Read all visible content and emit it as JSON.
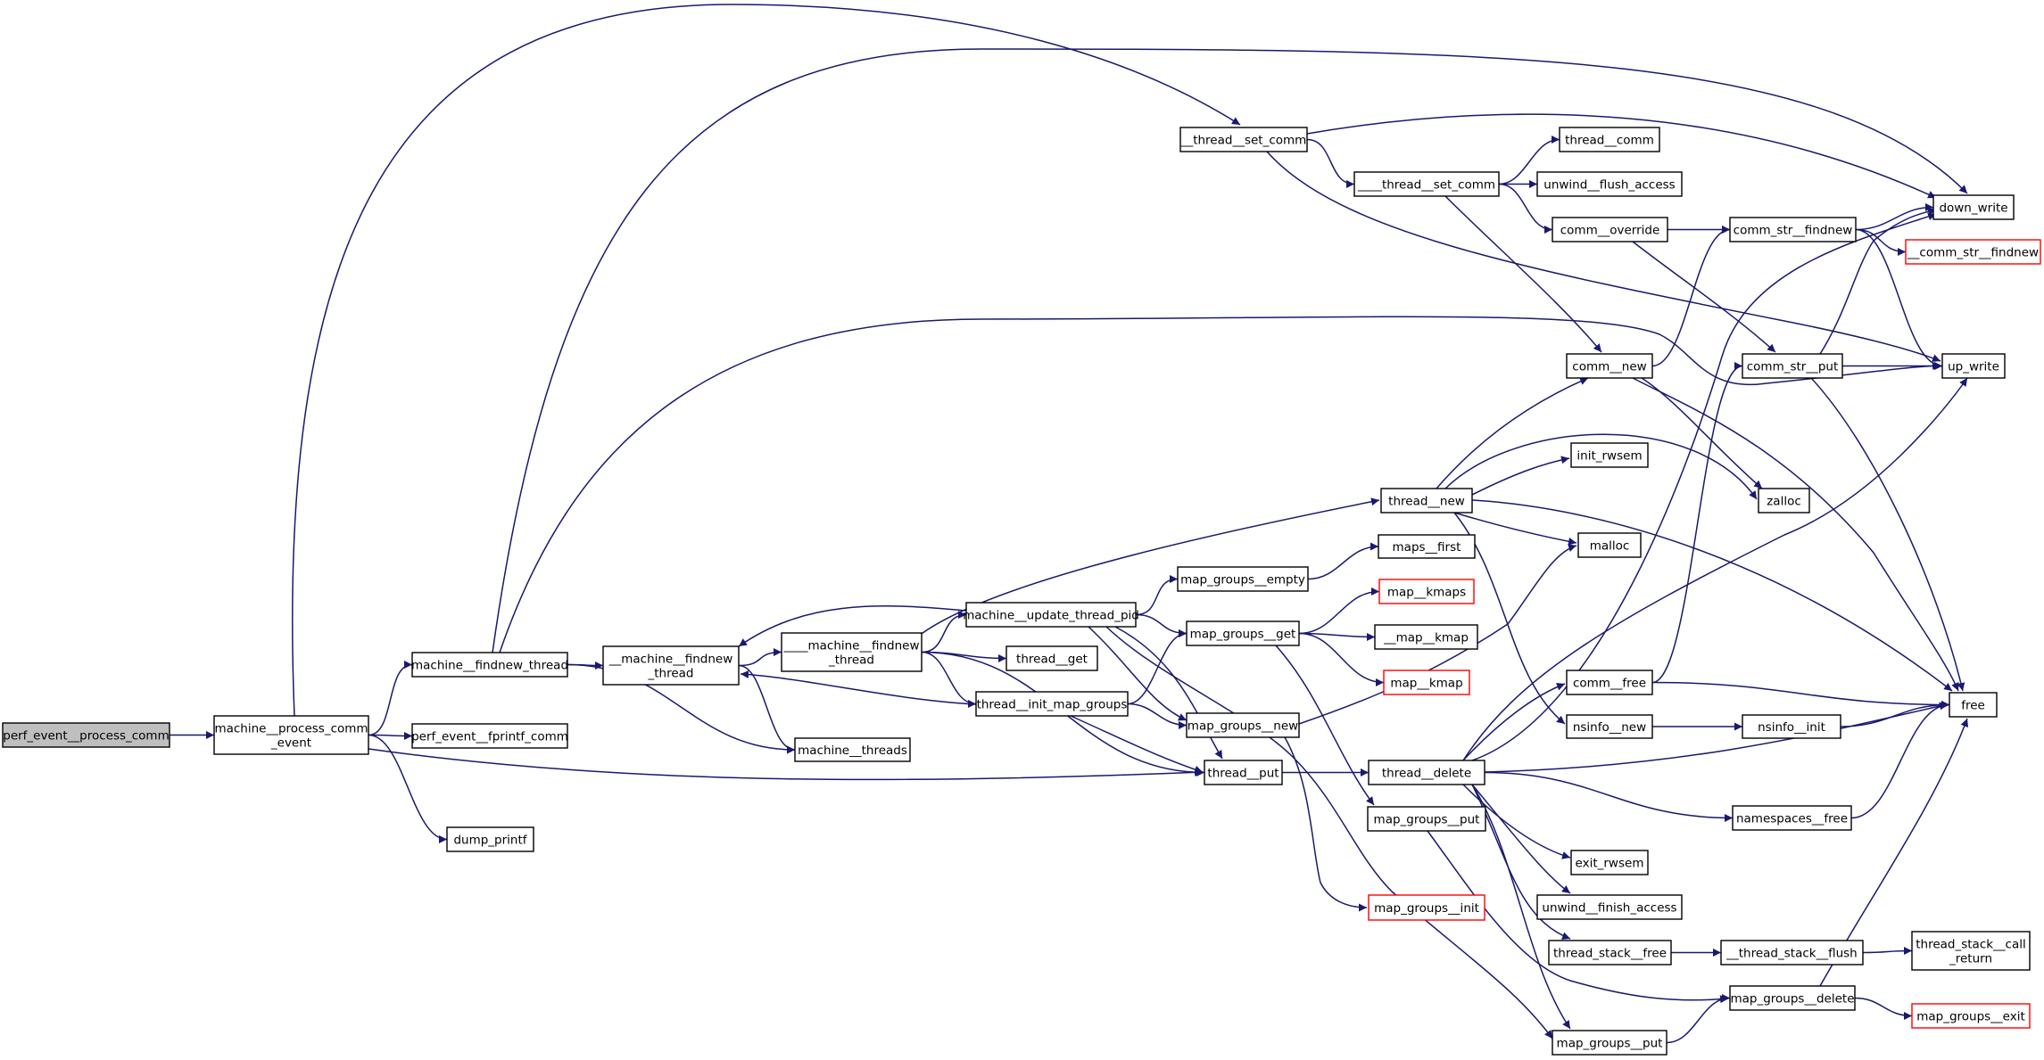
{
  "colors": {
    "edge": "#191970",
    "node_border": "#000000",
    "node_border_truncated": "#ff0000",
    "root_fill": "#bfbfbf",
    "node_fill": "#ffffff",
    "background": "#ffffff"
  },
  "nodes": {
    "perf_event__process_comm": {
      "label": "perf_event__process_comm",
      "root": true
    },
    "machine__process_comm_event": {
      "label": "machine__process_comm\n_event"
    },
    "machine__findnew_thread": {
      "label": "machine__findnew_thread"
    },
    "perf_event__fprintf_comm": {
      "label": "perf_event__fprintf_comm"
    },
    "dump_printf": {
      "label": "dump_printf"
    },
    "__machine__findnew_thread": {
      "label": "__machine__findnew\n_thread"
    },
    "machine__threads": {
      "label": "machine__threads"
    },
    "____machine__findnew_thread": {
      "label": "____machine__findnew\n_thread"
    },
    "__thread__set_comm": {
      "label": "__thread__set_comm"
    },
    "machine__update_thread_pid": {
      "label": "machine__update_thread_pid"
    },
    "thread__get": {
      "label": "thread__get"
    },
    "thread__init_map_groups": {
      "label": "thread__init_map_groups"
    },
    "thread__put": {
      "label": "thread__put"
    },
    "map_groups__empty": {
      "label": "map_groups__empty"
    },
    "map_groups__get": {
      "label": "map_groups__get"
    },
    "map_groups__new": {
      "label": "map_groups__new"
    },
    "____thread__set_comm": {
      "label": "____thread__set_comm"
    },
    "thread__new": {
      "label": "thread__new"
    },
    "maps__first": {
      "label": "maps__first"
    },
    "map__kmaps": {
      "label": "map__kmaps",
      "truncated": true
    },
    "__map__kmap": {
      "label": "__map__kmap"
    },
    "map__kmap": {
      "label": "map__kmap",
      "truncated": true
    },
    "thread__delete": {
      "label": "thread__delete"
    },
    "map_groups__put_a": {
      "label": "map_groups__put"
    },
    "map_groups__init": {
      "label": "map_groups__init",
      "truncated": true
    },
    "thread__comm": {
      "label": "thread__comm"
    },
    "unwind__flush_access": {
      "label": "unwind__flush_access"
    },
    "comm__override": {
      "label": "comm__override"
    },
    "comm__new": {
      "label": "comm__new"
    },
    "init_rwsem": {
      "label": "init_rwsem"
    },
    "malloc": {
      "label": "malloc"
    },
    "comm__free": {
      "label": "comm__free"
    },
    "nsinfo__new": {
      "label": "nsinfo__new"
    },
    "exit_rwsem": {
      "label": "exit_rwsem"
    },
    "unwind__finish_access": {
      "label": "unwind__finish_access"
    },
    "thread_stack__free": {
      "label": "thread_stack__free"
    },
    "map_groups__put_b": {
      "label": "map_groups__put"
    },
    "comm_str__findnew": {
      "label": "comm_str__findnew"
    },
    "comm_str__put": {
      "label": "comm_str__put"
    },
    "nsinfo__init": {
      "label": "nsinfo__init"
    },
    "namespaces__free": {
      "label": "namespaces__free"
    },
    "__thread_stack__flush": {
      "label": "__thread_stack__flush"
    },
    "map_groups__delete": {
      "label": "map_groups__delete"
    },
    "down_write": {
      "label": "down_write"
    },
    "__comm_str__findnew": {
      "label": "__comm_str__findnew",
      "truncated": true
    },
    "up_write": {
      "label": "up_write"
    },
    "zalloc": {
      "label": "zalloc"
    },
    "free": {
      "label": "free"
    },
    "thread_stack__call_return": {
      "label": "thread_stack__call\n_return"
    },
    "map_groups__exit": {
      "label": "map_groups__exit",
      "truncated": true
    }
  },
  "edges": [
    [
      "perf_event__process_comm",
      "machine__process_comm_event"
    ],
    [
      "machine__process_comm_event",
      "machine__findnew_thread"
    ],
    [
      "machine__process_comm_event",
      "perf_event__fprintf_comm"
    ],
    [
      "machine__process_comm_event",
      "dump_printf"
    ],
    [
      "machine__process_comm_event",
      "__thread__set_comm"
    ],
    [
      "machine__process_comm_event",
      "thread__put"
    ],
    [
      "machine__findnew_thread",
      "__machine__findnew_thread"
    ],
    [
      "machine__findnew_thread",
      "machine__threads"
    ],
    [
      "machine__findnew_thread",
      "down_write"
    ],
    [
      "machine__findnew_thread",
      "up_write"
    ],
    [
      "__machine__findnew_thread",
      "____machine__findnew_thread"
    ],
    [
      "__machine__findnew_thread",
      "machine__threads"
    ],
    [
      "____machine__findnew_thread",
      "machine__update_thread_pid"
    ],
    [
      "____machine__findnew_thread",
      "thread__get"
    ],
    [
      "____machine__findnew_thread",
      "thread__init_map_groups"
    ],
    [
      "____machine__findnew_thread",
      "thread__put"
    ],
    [
      "____machine__findnew_thread",
      "thread__new"
    ],
    [
      "machine__update_thread_pid",
      "__machine__findnew_thread"
    ],
    [
      "machine__update_thread_pid",
      "map_groups__empty"
    ],
    [
      "machine__update_thread_pid",
      "map_groups__get"
    ],
    [
      "machine__update_thread_pid",
      "map_groups__new"
    ],
    [
      "machine__update_thread_pid",
      "thread__put"
    ],
    [
      "machine__update_thread_pid",
      "map_groups__put_b"
    ],
    [
      "thread__init_map_groups",
      "__machine__findnew_thread"
    ],
    [
      "thread__init_map_groups",
      "map_groups__get"
    ],
    [
      "thread__init_map_groups",
      "map_groups__new"
    ],
    [
      "thread__init_map_groups",
      "thread__put"
    ],
    [
      "thread__put",
      "thread__delete"
    ],
    [
      "map_groups__empty",
      "maps__first"
    ],
    [
      "map_groups__get",
      "map__kmaps"
    ],
    [
      "map_groups__get",
      "__map__kmap"
    ],
    [
      "map_groups__get",
      "map__kmap"
    ],
    [
      "map_groups__get",
      "map_groups__put_a"
    ],
    [
      "map_groups__new",
      "malloc"
    ],
    [
      "map_groups__new",
      "map_groups__init"
    ],
    [
      "__thread__set_comm",
      "____thread__set_comm"
    ],
    [
      "__thread__set_comm",
      "down_write"
    ],
    [
      "__thread__set_comm",
      "up_write"
    ],
    [
      "____thread__set_comm",
      "thread__comm"
    ],
    [
      "____thread__set_comm",
      "unwind__flush_access"
    ],
    [
      "____thread__set_comm",
      "comm__override"
    ],
    [
      "____thread__set_comm",
      "comm__new"
    ],
    [
      "comm__override",
      "comm_str__findnew"
    ],
    [
      "comm__override",
      "comm_str__put"
    ],
    [
      "comm__new",
      "comm_str__findnew"
    ],
    [
      "comm__new",
      "zalloc"
    ],
    [
      "comm__new",
      "free"
    ],
    [
      "thread__new",
      "comm__new"
    ],
    [
      "thread__new",
      "init_rwsem"
    ],
    [
      "thread__new",
      "malloc"
    ],
    [
      "thread__new",
      "nsinfo__new"
    ],
    [
      "thread__new",
      "zalloc"
    ],
    [
      "thread__new",
      "free"
    ],
    [
      "thread__delete",
      "comm__free"
    ],
    [
      "thread__delete",
      "down_write"
    ],
    [
      "thread__delete",
      "up_write"
    ],
    [
      "thread__delete",
      "exit_rwsem"
    ],
    [
      "thread__delete",
      "unwind__finish_access"
    ],
    [
      "thread__delete",
      "thread_stack__free"
    ],
    [
      "thread__delete",
      "map_groups__put_b"
    ],
    [
      "thread__delete",
      "namespaces__free"
    ],
    [
      "thread__delete",
      "free"
    ],
    [
      "comm__free",
      "comm_str__put"
    ],
    [
      "comm__free",
      "free"
    ],
    [
      "nsinfo__new",
      "nsinfo__init"
    ],
    [
      "nsinfo__init",
      "free"
    ],
    [
      "namespaces__free",
      "free"
    ],
    [
      "thread_stack__free",
      "__thread_stack__flush"
    ],
    [
      "__thread_stack__flush",
      "thread_stack__call_return"
    ],
    [
      "map_groups__put_a",
      "map_groups__delete"
    ],
    [
      "map_groups__put_b",
      "map_groups__delete"
    ],
    [
      "map_groups__delete",
      "map_groups__exit"
    ],
    [
      "map_groups__delete",
      "free"
    ],
    [
      "comm_str__findnew",
      "down_write"
    ],
    [
      "comm_str__findnew",
      "__comm_str__findnew"
    ],
    [
      "comm_str__findnew",
      "up_write"
    ],
    [
      "comm_str__put",
      "down_write"
    ],
    [
      "comm_str__put",
      "up_write"
    ],
    [
      "comm_str__put",
      "free"
    ]
  ]
}
